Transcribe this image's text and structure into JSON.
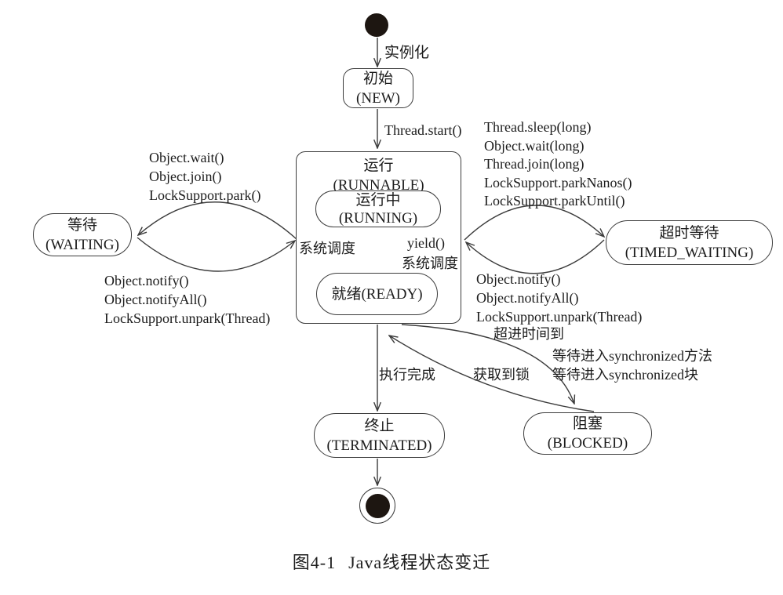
{
  "figure": {
    "caption_label": "图4-1",
    "caption_title": "Java线程状态变迁"
  },
  "states": {
    "new": {
      "name": "初始",
      "code": "(NEW)"
    },
    "runnable": {
      "name": "运行",
      "code": "(RUNNABLE)"
    },
    "running": {
      "name": "运行中",
      "code": "(RUNNING)"
    },
    "ready": {
      "label": "就绪(READY)"
    },
    "waiting": {
      "name": "等待",
      "code": "(WAITING)"
    },
    "timed_waiting": {
      "name": "超时等待",
      "code": "(TIMED_WAITING)"
    },
    "terminated": {
      "name": "终止",
      "code": "(TERMINATED)"
    },
    "blocked": {
      "name": "阻塞",
      "code": "(BLOCKED)"
    }
  },
  "transitions": {
    "instantiate": "实例化",
    "thread_start": "Thread.start()",
    "runnable_to_waiting": [
      "Object.wait()",
      "Object.join()",
      "LockSupport.park()"
    ],
    "waiting_to_runnable": [
      "Object.notify()",
      "Object.notifyAll()",
      "LockSupport.unpark(Thread)"
    ],
    "runnable_to_timed_waiting": [
      "Thread.sleep(long)",
      "Object.wait(long)",
      "Thread.join(long)",
      "LockSupport.parkNanos()",
      "LockSupport.parkUntil()"
    ],
    "timed_waiting_to_runnable": [
      "Object.notify()",
      "Object.notifyAll()",
      "LockSupport.unpark(Thread)"
    ],
    "timeout_reached": "超进时间到",
    "schedule_left": "系统调度",
    "yield": "yield()",
    "schedule_right": "系统调度",
    "execution_finished": "执行完成",
    "lock_acquired": "获取到锁",
    "runnable_to_blocked": [
      "等待进入synchronized方法",
      "等待进入synchronized块"
    ]
  },
  "colors": {
    "ink": "#2f2f2f",
    "background": "#ffffff"
  }
}
